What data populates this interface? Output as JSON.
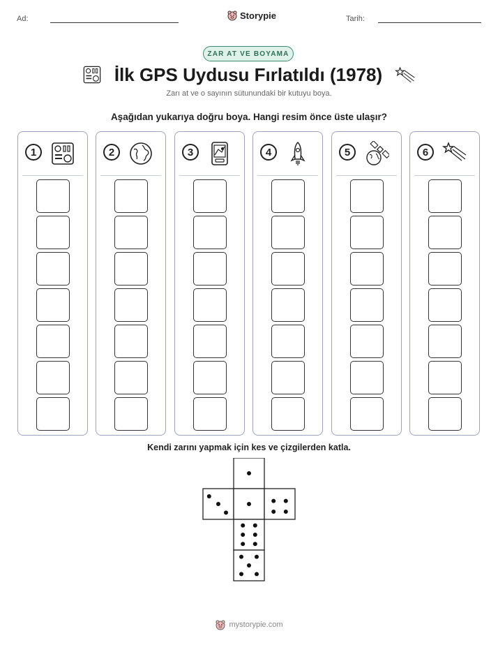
{
  "header": {
    "name_label": "Ad:",
    "date_label": "Tarih:",
    "brand": "Storypie"
  },
  "badge": "ZAR AT VE BOYAMA",
  "title": "İlk GPS Uydusu Fırlatıldı (1978)",
  "subtitle": "Zarı at ve o sayının sütunundaki bir kutuyu boya.",
  "instruction": "Aşağıdan yukarıya doğru boya. Hangi resim önce üste ulaşır?",
  "columns": [
    {
      "number": "1",
      "icon": "control-panel-icon"
    },
    {
      "number": "2",
      "icon": "globe-icon"
    },
    {
      "number": "3",
      "icon": "gps-map-icon"
    },
    {
      "number": "4",
      "icon": "rocket-icon"
    },
    {
      "number": "5",
      "icon": "satellite-icon"
    },
    {
      "number": "6",
      "icon": "shooting-star-icon"
    }
  ],
  "boxes_per_column": 7,
  "dice_instruction": "Kendi zarını yapmak için kes ve çizgilerden katla.",
  "dice_faces": [
    1,
    3,
    1,
    4,
    6,
    5
  ],
  "footer": "mystorypie.com"
}
